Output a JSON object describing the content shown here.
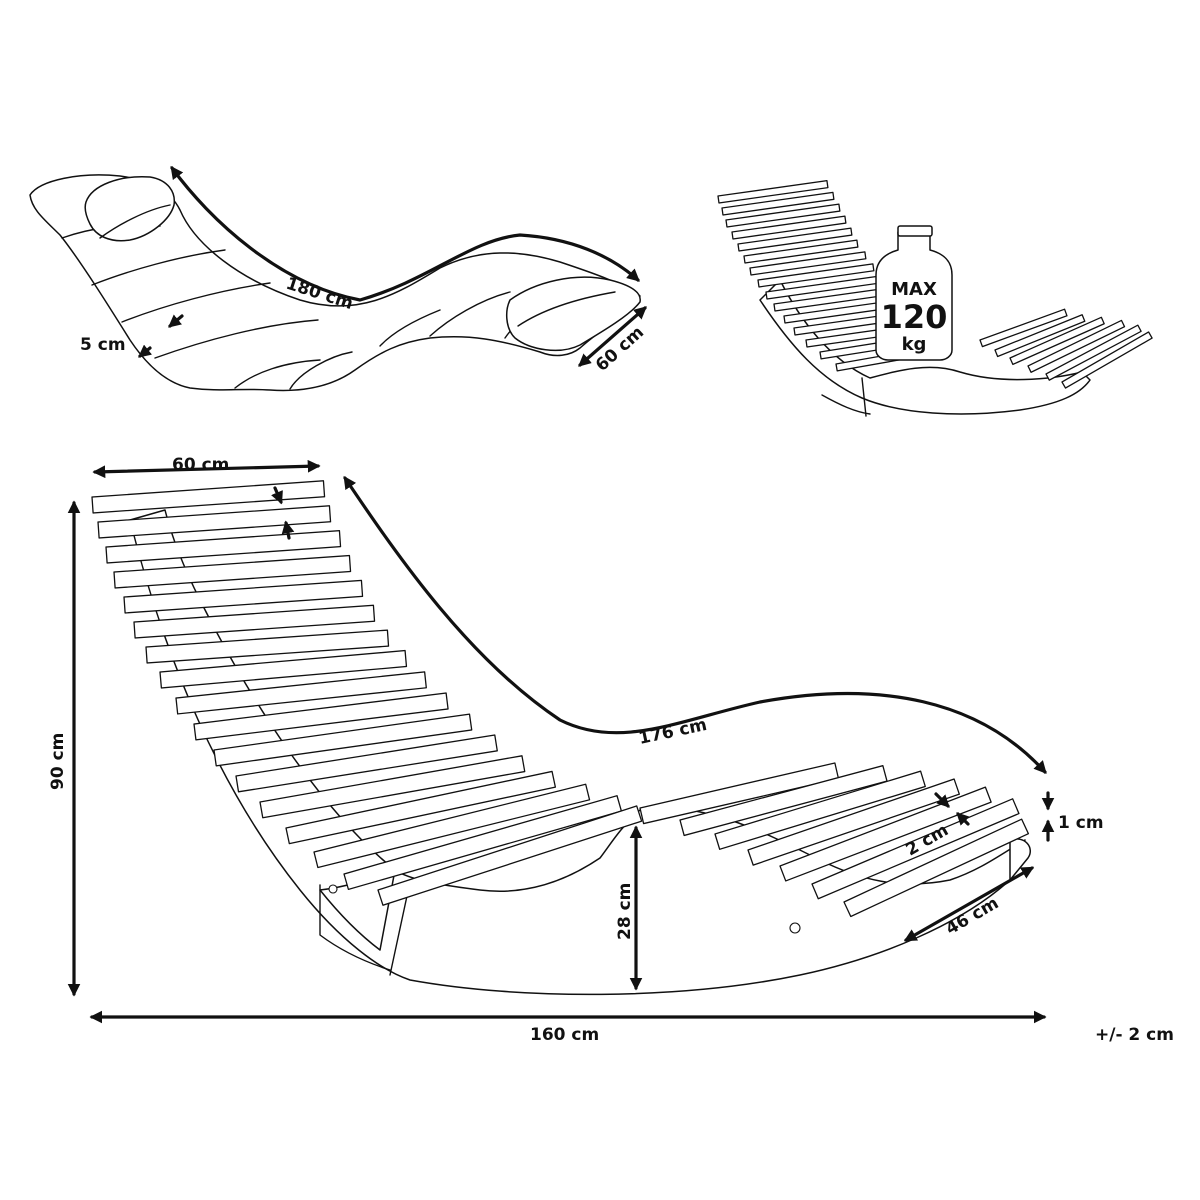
{
  "cushion_view": {
    "length_label": "180 cm",
    "width_label": "60 cm",
    "thickness_label": "5 cm"
  },
  "weight_view": {
    "max_label": "MAX",
    "value_label": "120",
    "unit_label": "kg"
  },
  "main_view": {
    "top_width_label": "60 cm",
    "height_label": "90 cm",
    "curve_length_label": "176 cm",
    "seat_height_label": "28 cm",
    "total_length_label": "160 cm",
    "slat_thickness_label": "1 cm",
    "slat_gap_label": "2 cm",
    "foot_width_label": "46 cm",
    "tolerance_label": "+/- 2 cm"
  }
}
